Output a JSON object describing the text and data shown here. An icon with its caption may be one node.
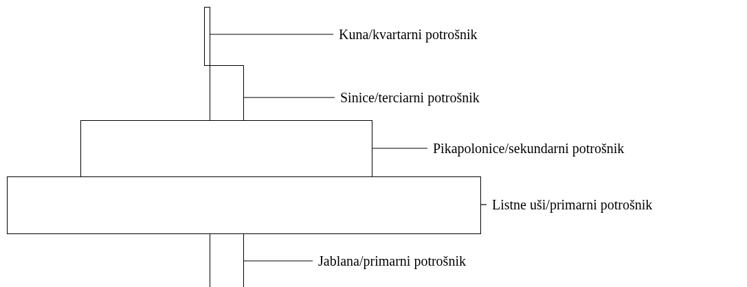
{
  "diagram": {
    "nodes": [
      {
        "text": [],
        "shape": "bar"
      },
      {
        "text": [
          "Kuna/kvartarni potrošnik"
        ]
      },
      {
        "text": [],
        "shape": "bar"
      },
      {
        "text": [
          "Sinice/terciarni potrošnik"
        ]
      },
      {
        "text": [],
        "shape": "bar"
      },
      {
        "text": [
          "Pikapolonice/sekundarni potrošnik"
        ]
      },
      {
        "text": [],
        "shape": "bar"
      },
      {
        "text": [
          "Listne uši/primarni potrošnik"
        ]
      },
      {
        "text": [],
        "shape": "bar"
      },
      {
        "text": [
          "Jablana/primarni potrošnik"
        ]
      }
    ],
    "edges": [
      {
        "from": 1,
        "to": 0,
        "arrow": "none"
      },
      {
        "from": 3,
        "to": 2,
        "arrow": "none"
      },
      {
        "from": 5,
        "to": 4,
        "arrow": "none"
      },
      {
        "from": 7,
        "to": 6,
        "arrow": "none"
      },
      {
        "from": 9,
        "to": 8,
        "arrow": "none"
      }
    ]
  }
}
